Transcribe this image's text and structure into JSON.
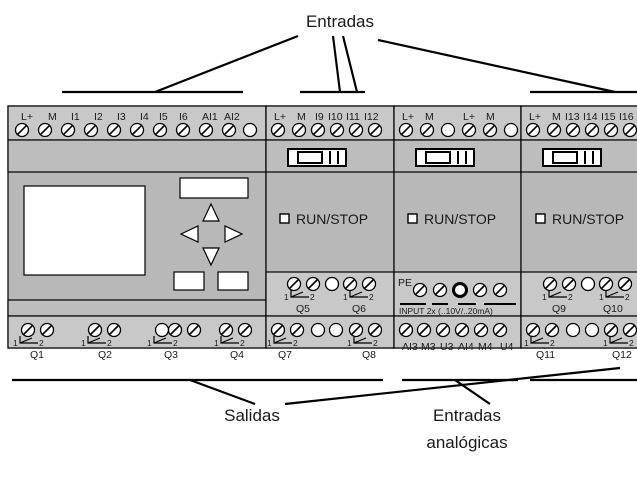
{
  "labels": {
    "inputs": "Entradas",
    "outputs": "Salidas",
    "analog_inputs_line1": "Entradas",
    "analog_inputs_line2": "analógicas"
  },
  "base_module": {
    "top_terminals": [
      "L+",
      "M",
      "I1",
      "I2",
      "I3",
      "I4",
      "I5",
      "I6",
      "AI1",
      "AI2"
    ],
    "outputs": [
      "Q1",
      "Q2",
      "Q3",
      "Q4"
    ]
  },
  "digital_module_1": {
    "top_terminals": [
      "L+",
      "M",
      "I9",
      "I10",
      "I11",
      "I12"
    ],
    "run_stop": "RUN/STOP",
    "mid_outputs": [
      "Q5",
      "Q6"
    ],
    "bottom_outputs": [
      "Q7",
      "Q8"
    ]
  },
  "analog_module": {
    "top_terminals": [
      "L+",
      "M",
      "L+",
      "M"
    ],
    "run_stop": "RUN/STOP",
    "pe": "PE",
    "input_label": "INPUT 2x (..10V/..20mA)",
    "bottom_terminals": [
      "AI3",
      "M3",
      "U3",
      "AI4",
      "M4",
      "U4"
    ]
  },
  "digital_module_2": {
    "top_terminals": [
      "L+",
      "M",
      "I13",
      "I14",
      "I15",
      "I16"
    ],
    "run_stop": "RUN/STOP",
    "mid_outputs": [
      "Q9",
      "Q10"
    ],
    "bottom_outputs": [
      "Q11",
      "Q12"
    ]
  },
  "relay_contacts": [
    "1",
    "2"
  ]
}
